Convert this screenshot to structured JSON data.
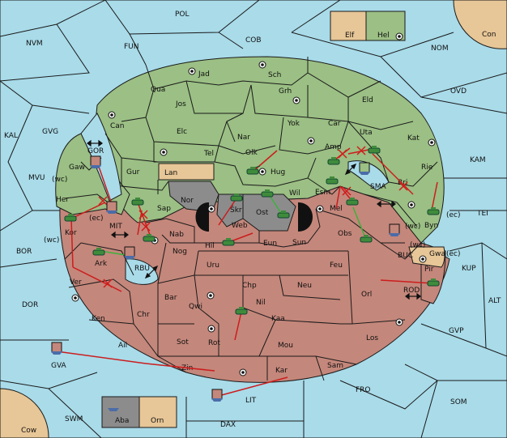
{
  "colors": {
    "sea": "#a9dbe9",
    "green": "#9bbf84",
    "red": "#c4877b",
    "tan": "#e7c697",
    "grey": "#8c8c8c",
    "move": "#cc1d1d",
    "support": "#3bb23b"
  },
  "sea_labels": {
    "POL": "POL",
    "NVM": "NVM",
    "FUN": "FUN",
    "COB": "COB",
    "NOM": "NOM",
    "CON": "Con",
    "OVD": "OVD",
    "KAL": "KAL",
    "GVG": "GVG",
    "KAM": "KAM",
    "MVU": "MVU",
    "TEI": "TEI",
    "BOR": "BOR",
    "KUP": "KUP",
    "DOR": "DOR",
    "ALT": "ALT",
    "GVP": "GVP",
    "FRO": "FRO",
    "SOM": "SOM",
    "SWM": "SWM",
    "DAX": "DAX",
    "COW": "Cow",
    "GOR": "GOR",
    "MIT": "MIT",
    "RBU": "RBU",
    "SMA": "SMA",
    "BUC": "BUC",
    "ROD": "ROD",
    "GVA": "GVA",
    "LIT": "LIT"
  },
  "land_labels": {
    "Jad": "Jad",
    "Sch": "Sch",
    "Qua": "Qua",
    "Jos": "Jos",
    "Grh": "Grh",
    "Eld": "Eld",
    "Can": "Can",
    "Yok": "Yok",
    "Car": "Car",
    "Uta": "Uta",
    "Kat": "Kat",
    "Elc": "Elc",
    "Nar": "Nar",
    "Olk": "Olk",
    "Tel": "Tel",
    "Amp": "Amp",
    "Rie": "Rie",
    "Gaw": "Gaw",
    "Gur": "Gur",
    "Lan": "Lan",
    "Hug": "Hug",
    "Bri": "Bri",
    "Wil": "Wil",
    "Esm": "Esm",
    "Her": "Her",
    "Nor": "Nor",
    "Skr": "Škr",
    "Ost": "Ost",
    "Sap": "Sap",
    "Web": "Web",
    "Mel": "Mel",
    "Byn": "Byn",
    "Kor": "Kor",
    "Nab": "Nab",
    "Eun": "Eun",
    "Obs": "Obs",
    "Hil": "Hil",
    "Sun": "Sun",
    "Gwa": "Gwa",
    "Nog": "Nog",
    "Ark": "Ark",
    "Uru": "Uru",
    "Feu": "Feu",
    "Pir": "Pir",
    "Ver": "Ver",
    "Chp": "Chp",
    "Neu": "Neu",
    "Bar": "Bar",
    "Qwi": "Qwi",
    "Orl": "Orl",
    "Nil": "Nil",
    "Ken": "Ken",
    "Chr": "Chr",
    "Kaa": "Kaa",
    "Los": "Los",
    "Ail": "Ail",
    "Sot": "Sot",
    "Rot": "Rot",
    "Mou": "Mou",
    "Sam": "Sam",
    "Zin": "Zin",
    "Kar": "Kar",
    "Elf": "Elf",
    "Hel": "Hel",
    "Aba": "Aba",
    "Orn": "Orn"
  },
  "coast_labels": {
    "wc": "(wc)",
    "ec": "(ec)"
  }
}
